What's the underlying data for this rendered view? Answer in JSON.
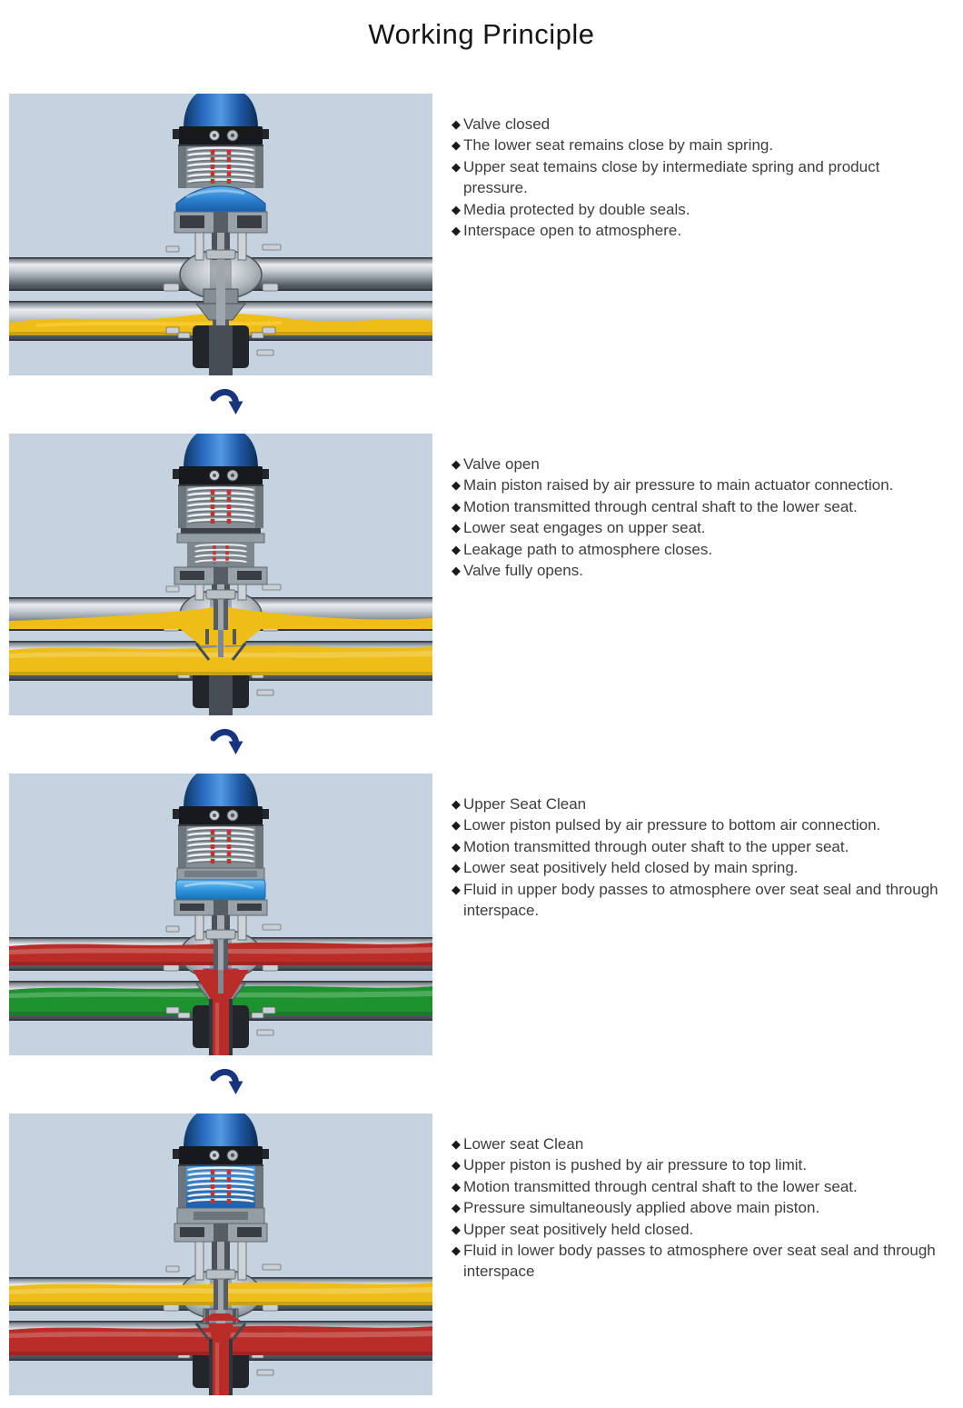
{
  "title": "Working Principle",
  "bullet_char": "◆",
  "arrow": {
    "name": "curved-down-arrow",
    "color": "#16357e"
  },
  "sections": [
    {
      "figure": {
        "alt": "Valve closed cross-section: upper pipe empty, yellow product in lower pipe, drain closed",
        "background": "#c5d3e1",
        "upper_fluid": null,
        "upper_mode": "none",
        "upper_through": false,
        "lower_fluid": "#eebd18",
        "lower_mode": "partial",
        "lower_through": false,
        "drain": null,
        "drain_color": null,
        "actuator": "dome"
      },
      "bullets": [
        "Valve closed",
        "The lower seat remains close by main spring.",
        "Upper seat temains close by intermediate spring and product pressure.",
        "Media protected by double seals.",
        "Interspace open to atmosphere."
      ]
    },
    {
      "figure": {
        "alt": "Valve open cross-section: yellow product rises from lower pipe and spreads into upper pipe",
        "background": "#c5d3e1",
        "upper_fluid": "#eebd18",
        "upper_mode": "spread",
        "upper_through": true,
        "lower_fluid": "#eebd18",
        "lower_mode": "full",
        "lower_through": true,
        "drain": null,
        "drain_color": null,
        "actuator": "raised"
      },
      "bullets": [
        "Valve open",
        "Main piston raised by air pressure to main actuator connection.",
        "Motion transmitted through central shaft to the lower seat.",
        "Lower seat engages on upper seat.",
        "Leakage path to atmosphere closes.",
        "Valve fully opens."
      ]
    },
    {
      "figure": {
        "alt": "Upper seat clean cross-section: red fluid in upper pipe drains to atmosphere, green product in lower pipe",
        "background": "#c5d3e1",
        "upper_fluid": "#b92c27",
        "upper_mode": "full",
        "upper_through": true,
        "lower_fluid": "#1f9230",
        "lower_mode": "full",
        "lower_through": false,
        "drain": "upper",
        "drain_color": "#b92c27",
        "actuator": "band"
      },
      "bullets": [
        "Upper Seat Clean",
        "Lower piston pulsed by air pressure to bottom air connection.",
        "Motion transmitted through outer shaft to the upper seat.",
        "Lower seat positively held closed by main spring.",
        "Fluid in upper body passes to atmosphere over seat seal and through interspace."
      ]
    },
    {
      "figure": {
        "alt": "Lower seat clean cross-section: yellow product in upper pipe, red fluid in lower pipe drains to atmosphere",
        "background": "#c5d3e1",
        "upper_fluid": "#eebd18",
        "upper_mode": "full",
        "upper_through": true,
        "lower_fluid": "#b92c27",
        "lower_mode": "full",
        "lower_through": true,
        "drain": "lower",
        "drain_color": "#b92c27",
        "actuator": "springs-blue"
      },
      "bullets": [
        "Lower seat Clean",
        "Upper piston is pushed by air pressure to top limit.",
        "Motion transmitted through central shaft to the lower seat.",
        "Pressure simultaneously applied above main piston.",
        "Upper seat positively held closed.",
        "Fluid in lower body passes to atmosphere over seat seal and through interspace"
      ]
    }
  ]
}
